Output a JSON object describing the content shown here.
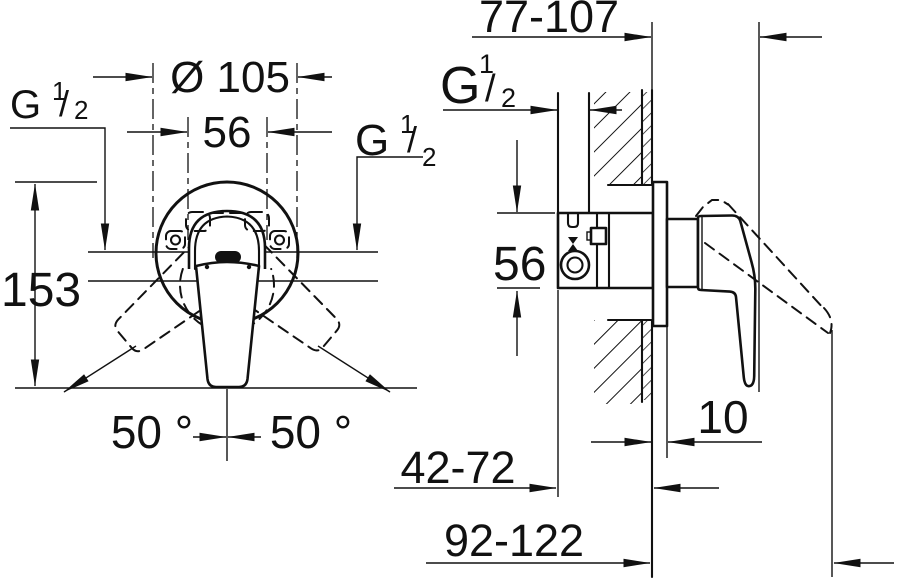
{
  "front_view": {
    "diameter": "Ø 105",
    "hole_spacing": "56",
    "total_height": "153",
    "swing_left": "50 °",
    "swing_right": "50 °",
    "thread_left": {
      "g": "G",
      "num": "1",
      "slash": "/",
      "den": "2"
    },
    "thread_right": {
      "g": "G",
      "num": "1",
      "slash": "/",
      "den": "2"
    }
  },
  "side_view": {
    "wall_depth": "77-107",
    "thread": {
      "g": "G",
      "num": "1",
      "slash": "/",
      "den": "2"
    },
    "body_height": "56",
    "plate_thickness": "10",
    "supply_depth": "42-72",
    "handle_reach": "92-122"
  }
}
